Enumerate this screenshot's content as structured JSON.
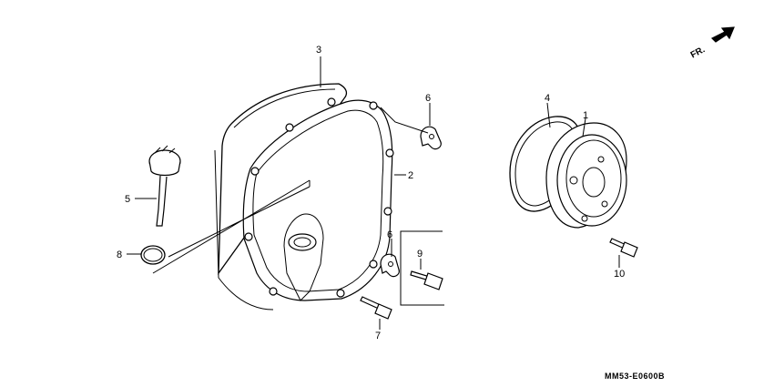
{
  "orientation": {
    "label": "FR."
  },
  "callouts": {
    "p1": "1",
    "p2": "2",
    "p3": "3",
    "p4": "4",
    "p5": "5",
    "p6a": "6",
    "p6b": "6",
    "p7": "7",
    "p8": "8",
    "p9": "9",
    "p10": "10"
  },
  "diagram_code": "MM53-E0600B"
}
